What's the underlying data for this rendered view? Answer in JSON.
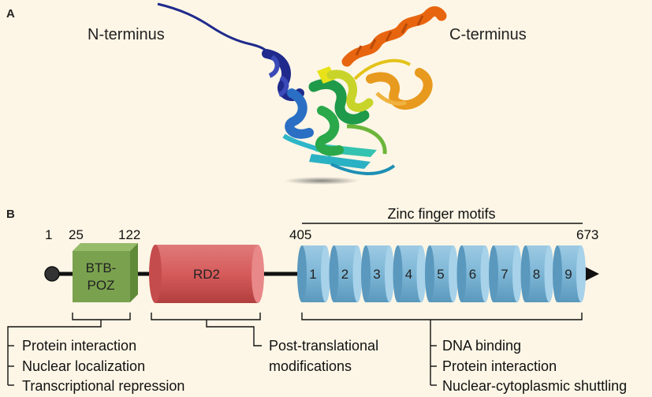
{
  "panel_a": {
    "label": "A",
    "n_terminus": "N-terminus",
    "c_terminus": "C-terminus"
  },
  "panel_b": {
    "label": "B",
    "positions": {
      "p1": "1",
      "p25": "25",
      "p122": "122",
      "p405": "405",
      "p673": "673"
    },
    "zinc_finger_title": "Zinc finger motifs",
    "btb_line1": "BTB-",
    "btb_line2": "POZ",
    "rd2": "RD2",
    "zinc_fingers": [
      "1",
      "2",
      "3",
      "4",
      "5",
      "6",
      "7",
      "8",
      "9"
    ],
    "btb_functions": [
      "Protein interaction",
      "Nuclear localization",
      "Transcriptional repression"
    ],
    "rd2_functions": [
      "Post-translational",
      "modifications"
    ],
    "zf_functions": [
      "DNA binding",
      "Protein interaction",
      "Nuclear-cytoplasmic shuttling"
    ]
  },
  "colors": {
    "background": "#fdf6e6",
    "btb": "#7aa24e",
    "rd2": "#d65b5b",
    "zinc_finger": "#7db6d6",
    "helix_n": "#1f2a8c",
    "helix_c": "#e8650f"
  }
}
